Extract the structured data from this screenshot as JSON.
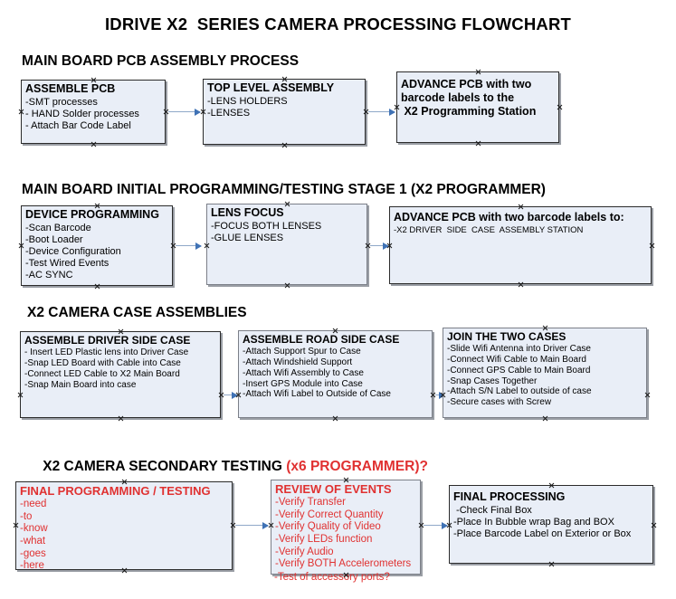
{
  "title": "IDRIVE X2  SERIES CAMERA PROCESSING FLOWCHART",
  "colors": {
    "box_fill": "#e9eef7",
    "box_border": "#2b2b2b",
    "connector": "#8fa8c8",
    "arrow_head": "#3f72b5",
    "accent_red": "#e03131",
    "text": "#000000",
    "background": "#ffffff"
  },
  "sections": [
    {
      "id": "main-board-pcb-assembly-process",
      "heading": "MAIN BOARD PCB ASSEMBLY PROCESS",
      "heading_accent": "",
      "boxes": [
        {
          "id": "assemble-pcb",
          "title": "ASSEMBLE PCB",
          "lines": [
            "-SMT processes",
            "- HAND Solder processes",
            "- Attach Bar Code Label"
          ]
        },
        {
          "id": "top-level-assembly",
          "title": "TOP LEVEL ASSEMBLY",
          "lines": [
            "-LENS HOLDERS",
            "-LENSES"
          ]
        },
        {
          "id": "advance-pcb-programming-station",
          "title": "ADVANCE PCB with two\nbarcode labels to the\n X2 Programming Station",
          "lines": []
        }
      ]
    },
    {
      "id": "main-board-initial-programming",
      "heading": "MAIN BOARD INITIAL PROGRAMMING/TESTING STAGE 1 (X2 PROGRAMMER)",
      "heading_accent": "",
      "boxes": [
        {
          "id": "device-programming",
          "title": "DEVICE PROGRAMMING",
          "lines": [
            "-Scan Barcode",
            "-Boot Loader",
            "-Device Configuration",
            "-Test Wired Events",
            "-AC SYNC"
          ]
        },
        {
          "id": "lens-focus",
          "title": "LENS FOCUS",
          "lines": [
            "-FOCUS BOTH LENSES",
            "-GLUE LENSES"
          ]
        },
        {
          "id": "advance-pcb-driver-side-case",
          "title": "ADVANCE PCB with two barcode labels to:",
          "lines": [
            "-X2 DRIVER  SIDE  CASE  ASSEMBLY STATION"
          ]
        }
      ]
    },
    {
      "id": "x2-camera-case-assemblies",
      "heading": "X2 CAMERA CASE ASSEMBLIES",
      "heading_accent": "",
      "boxes": [
        {
          "id": "assemble-driver-side-case",
          "title": "ASSEMBLE DRIVER SIDE CASE",
          "lines": [
            "- Insert LED Plastic lens into Driver Case",
            "-Snap LED Board with Cable into Case",
            "-Connect LED Cable to X2 Main Board",
            "-Snap Main Board into case"
          ]
        },
        {
          "id": "assemble-road-side-case",
          "title": "ASSEMBLE ROAD SIDE CASE",
          "lines": [
            "-Attach Support Spur to Case",
            "-Attach Windshield Support",
            "-Attach Wifi Assembly to Case",
            "-Insert GPS Module into Case",
            "-Attach Wifi Label to Outside of Case"
          ]
        },
        {
          "id": "join-the-two-cases",
          "title": "JOIN THE TWO CASES",
          "lines": [
            "-Slide Wifi Antenna into Driver Case",
            "-Connect Wifi Cable to Main Board",
            "-Connect GPS Cable to Main Board",
            "-Snap Cases Together",
            "-Attach S/N Label to outside of case",
            "-Secure cases with Screw"
          ]
        }
      ]
    },
    {
      "id": "x2-camera-secondary-testing",
      "heading": "X2 CAMERA SECONDARY TESTING ",
      "heading_accent": "(x6 PROGRAMMER)?",
      "boxes": [
        {
          "id": "final-programming-testing",
          "title": "FINAL PROGRAMMING / TESTING",
          "lines": [
            "-need",
            "-to",
            "-know",
            "-what",
            "-goes",
            "-here"
          ]
        },
        {
          "id": "review-of-events",
          "title": "REVIEW OF EVENTS",
          "lines": [
            "-Verify Transfer",
            "-Verify Correct Quantity",
            "-Verify Quality of Video",
            "-Verify LEDs function",
            "-Verify Audio",
            "-Verify BOTH Accelerometers"
          ],
          "overflow_line": "-Test of accessory ports?"
        },
        {
          "id": "final-processing",
          "title": "FINAL PROCESSING",
          "lines": [
            " -Check Final Box",
            "-Place In Bubble wrap Bag and BOX",
            "-Place Barcode Label on Exterior or Box"
          ]
        }
      ]
    }
  ]
}
